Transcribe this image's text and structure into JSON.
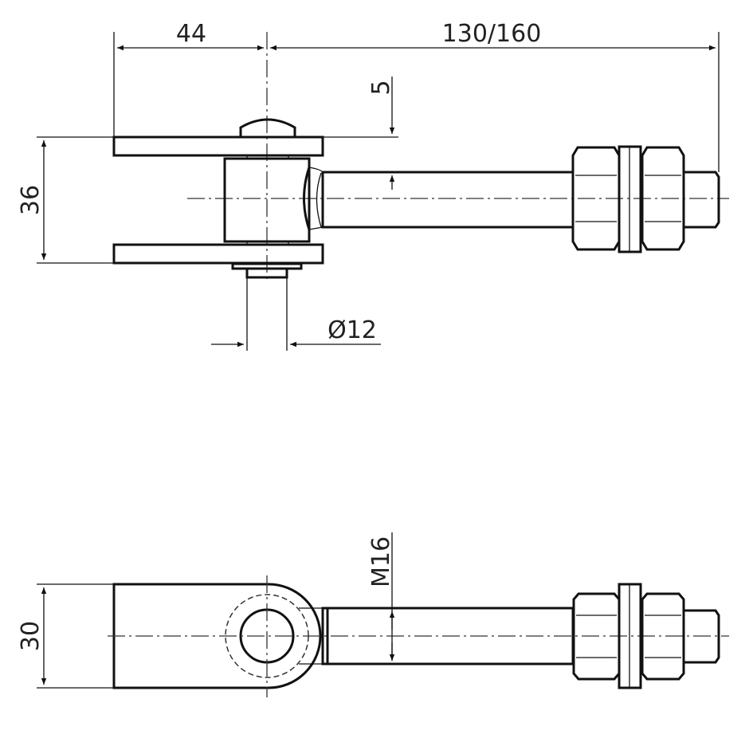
{
  "drawing": {
    "top_view": {
      "dim_offset": "44",
      "dim_length": "130/160",
      "dim_height": "36",
      "dim_gap": "5",
      "dim_pin": "Ø12"
    },
    "side_view": {
      "dim_height": "30",
      "dim_thread": "M16"
    },
    "line_color": "#111111"
  }
}
